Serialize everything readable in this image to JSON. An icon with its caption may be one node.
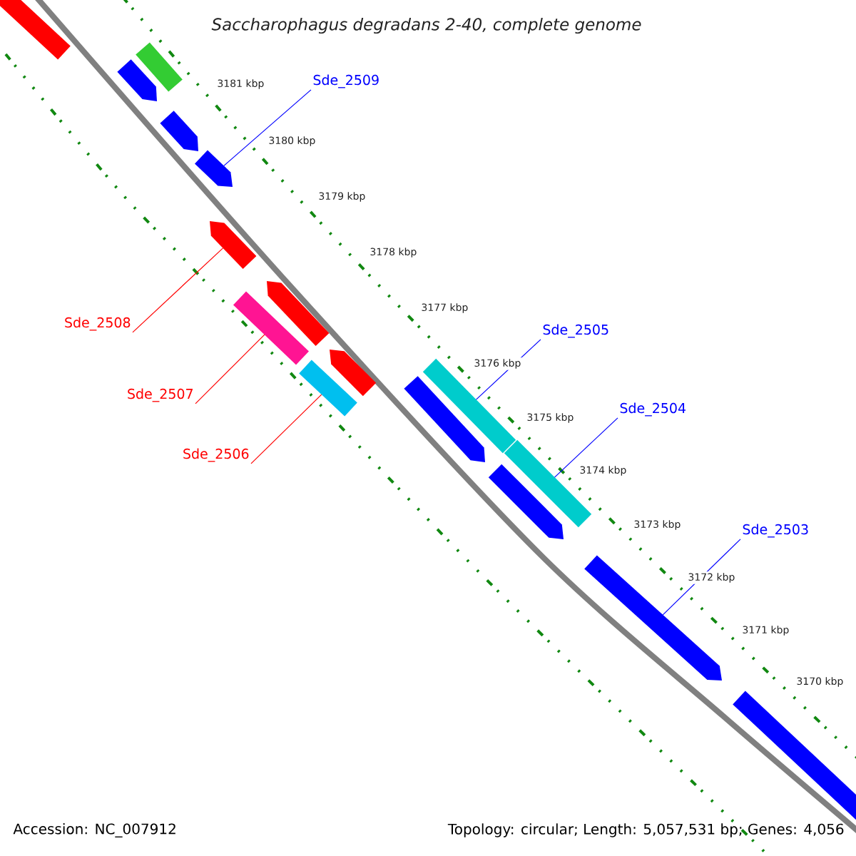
{
  "diagram": {
    "title": "Saccharophagus degradans 2-40, complete genome",
    "nodes": [
      {
        "text": [],
        "shape": "bar"
      },
      {
        "text": [],
        "shape": "bar"
      },
      {
        "text": [],
        "shape": "arrow"
      },
      {
        "text": [],
        "shape": "arrow"
      },
      {
        "text": [],
        "shape": "arrow"
      },
      {
        "text": [],
        "shape": "arrow"
      },
      {
        "text": [],
        "shape": "arrow"
      },
      {
        "text": [],
        "shape": "bar"
      },
      {
        "text": [],
        "shape": "arrow"
      },
      {
        "text": [],
        "shape": "bar"
      },
      {
        "text": [],
        "shape": "bar"
      },
      {
        "text": [],
        "shape": "arrow"
      },
      {
        "text": [],
        "shape": "bar"
      },
      {
        "text": [],
        "shape": "arrow"
      },
      {
        "text": [],
        "shape": "arrow"
      },
      {
        "text": [],
        "shape": "bar"
      },
      {
        "text": [
          "Sde_2509"
        ]
      },
      {
        "text": [
          "Sde_2508"
        ]
      },
      {
        "text": [
          "Sde_2507"
        ]
      },
      {
        "text": [
          "Sde_2506"
        ]
      },
      {
        "text": [
          "Sde_2505"
        ]
      },
      {
        "text": [
          "Sde_2504"
        ]
      },
      {
        "text": [
          "Sde_2503"
        ]
      }
    ],
    "edges": [
      {
        "from": 16,
        "to": 4,
        "arrow": "none"
      },
      {
        "from": 17,
        "to": 5,
        "arrow": "none",
        "color": "#ff0000"
      },
      {
        "from": 18,
        "to": 7,
        "arrow": "none",
        "color": "#ff0000"
      },
      {
        "from": 19,
        "to": 9,
        "arrow": "none",
        "color": "#ff0000"
      },
      {
        "from": 20,
        "to": 10,
        "arrow": "none"
      },
      {
        "from": 21,
        "to": 12,
        "arrow": "none"
      },
      {
        "from": 22,
        "to": 14,
        "arrow": "none"
      }
    ],
    "labels": [
      "3181 kbp",
      "3180 kbp",
      "3179 kbp",
      "3178 kbp",
      "3177 kbp",
      "3176 kbp",
      "3175 kbp",
      "3174 kbp",
      "3173 kbp",
      "3172 kbp",
      "3171 kbp",
      "3170 kbp",
      "Accession: NC_007912",
      "Topology: circular; Length: 5,057,531 bp; Genes: 4,056"
    ]
  }
}
